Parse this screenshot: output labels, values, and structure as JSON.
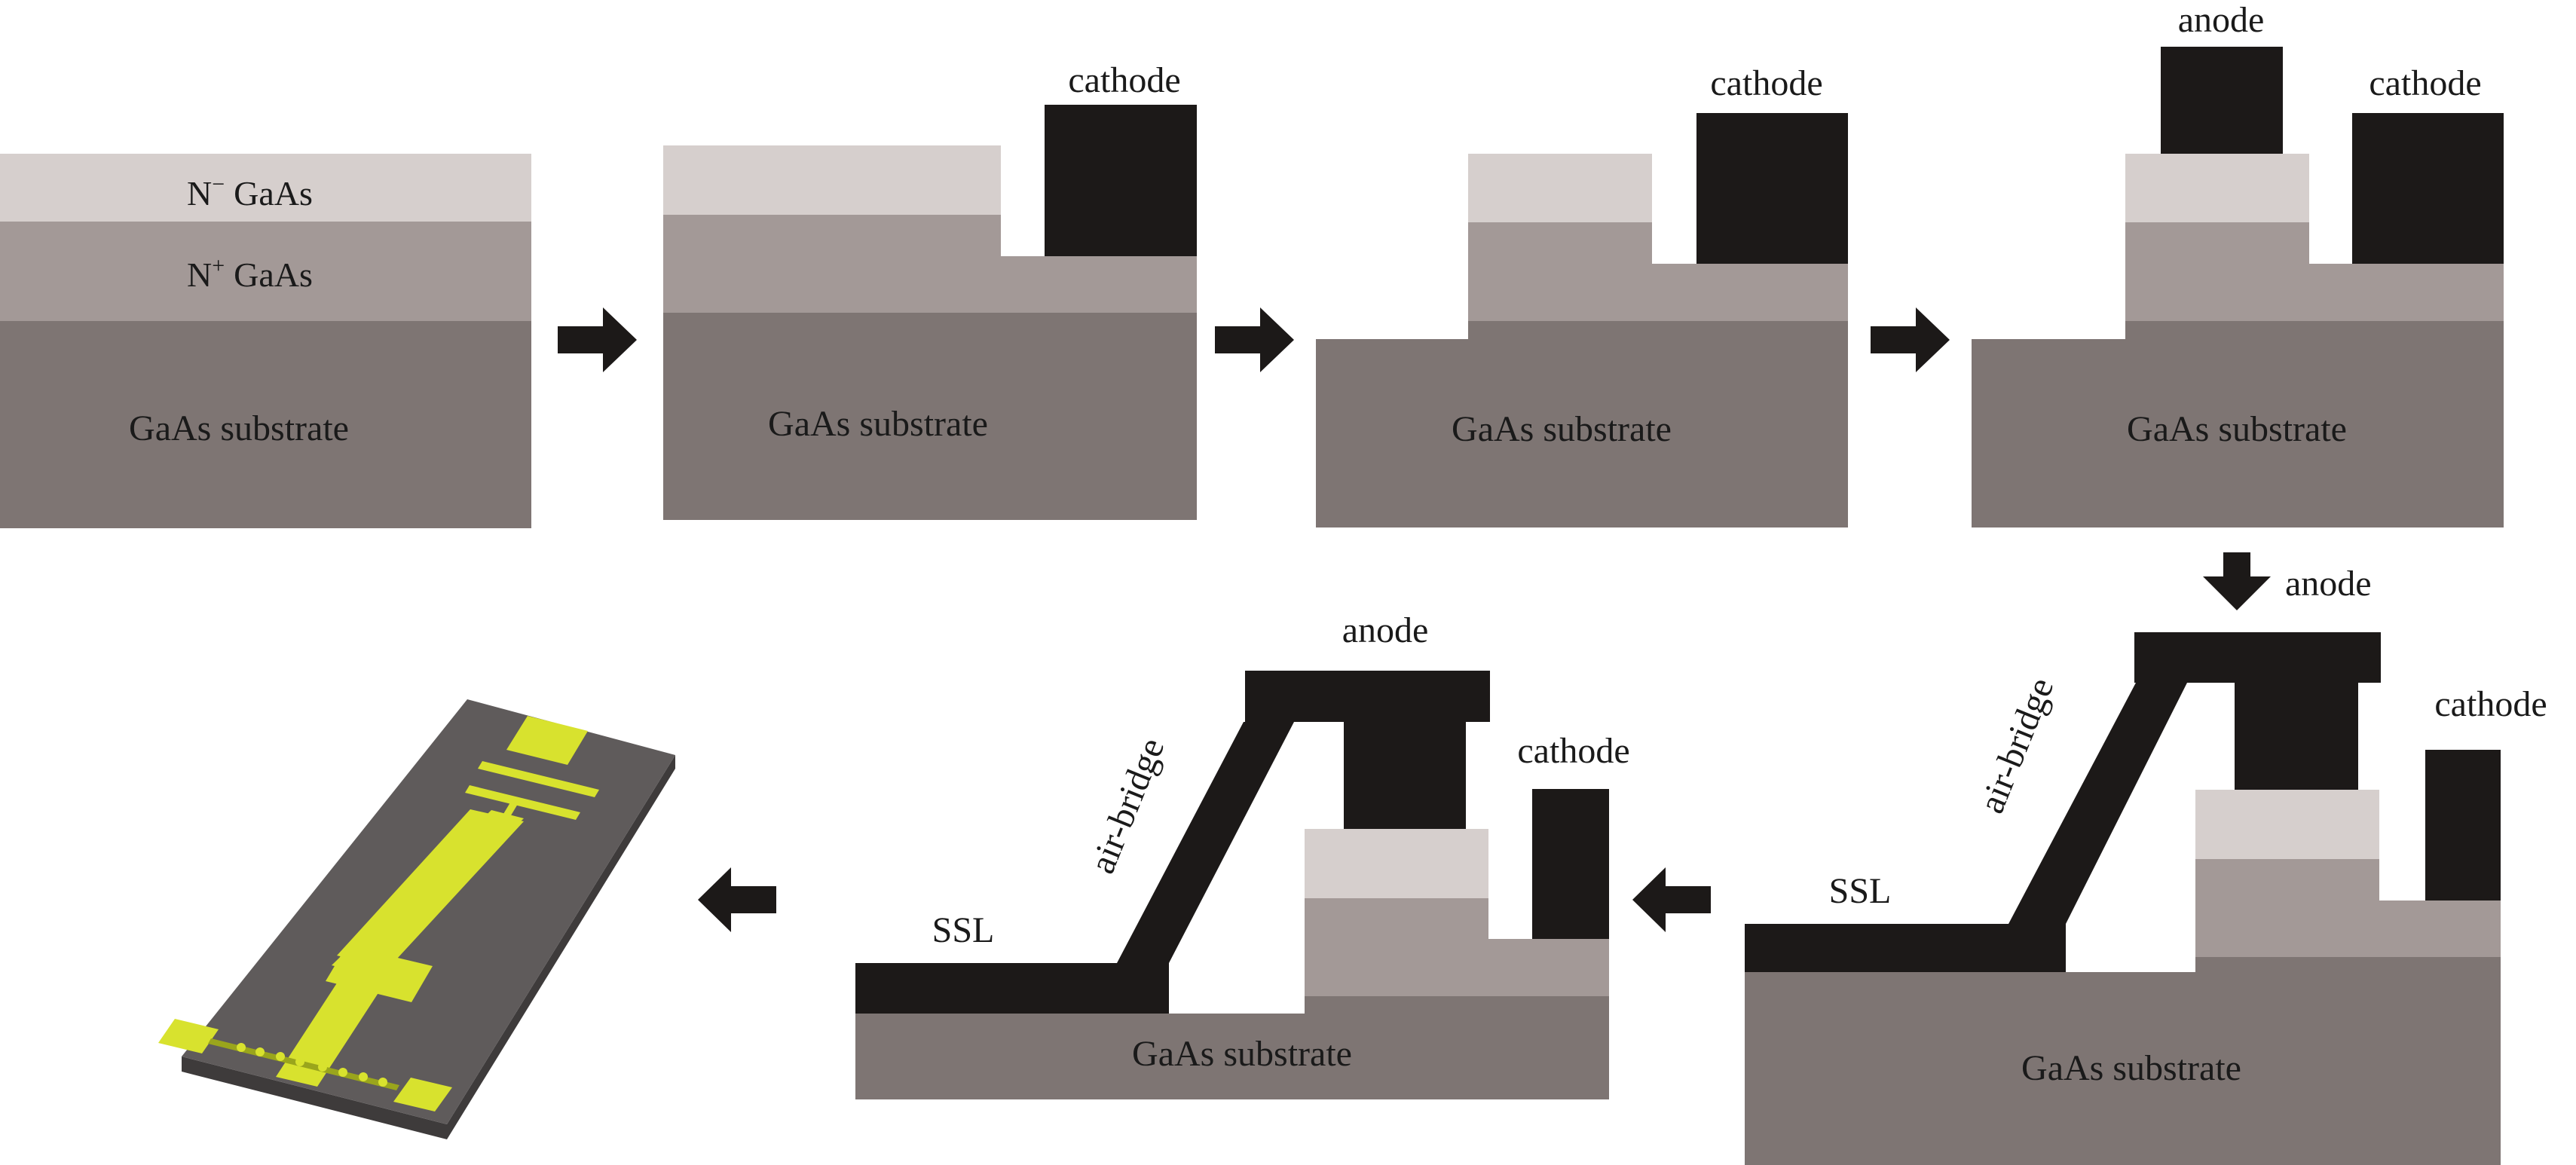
{
  "labels": {
    "n_minus": "N",
    "n_minus_sup": "−",
    "n_plus": "N",
    "n_plus_sup": "+",
    "gaas": "GaAs",
    "substrate": "GaAs substrate",
    "cathode": "cathode",
    "anode": "anode",
    "air_bridge": "air-bridge",
    "ssl": "SSL"
  },
  "colors": {
    "n_minus_layer": "#d6cfcd",
    "n_plus_layer": "#a39997",
    "substrate": "#7e7573",
    "metal": "#1c1918",
    "arrow": "#1c1918",
    "chip_body": "#5f5b5b",
    "chip_edge": "#3e3b3b",
    "chip_metal": "#d8e22e",
    "chip_metal_dark": "#9aa51c"
  }
}
